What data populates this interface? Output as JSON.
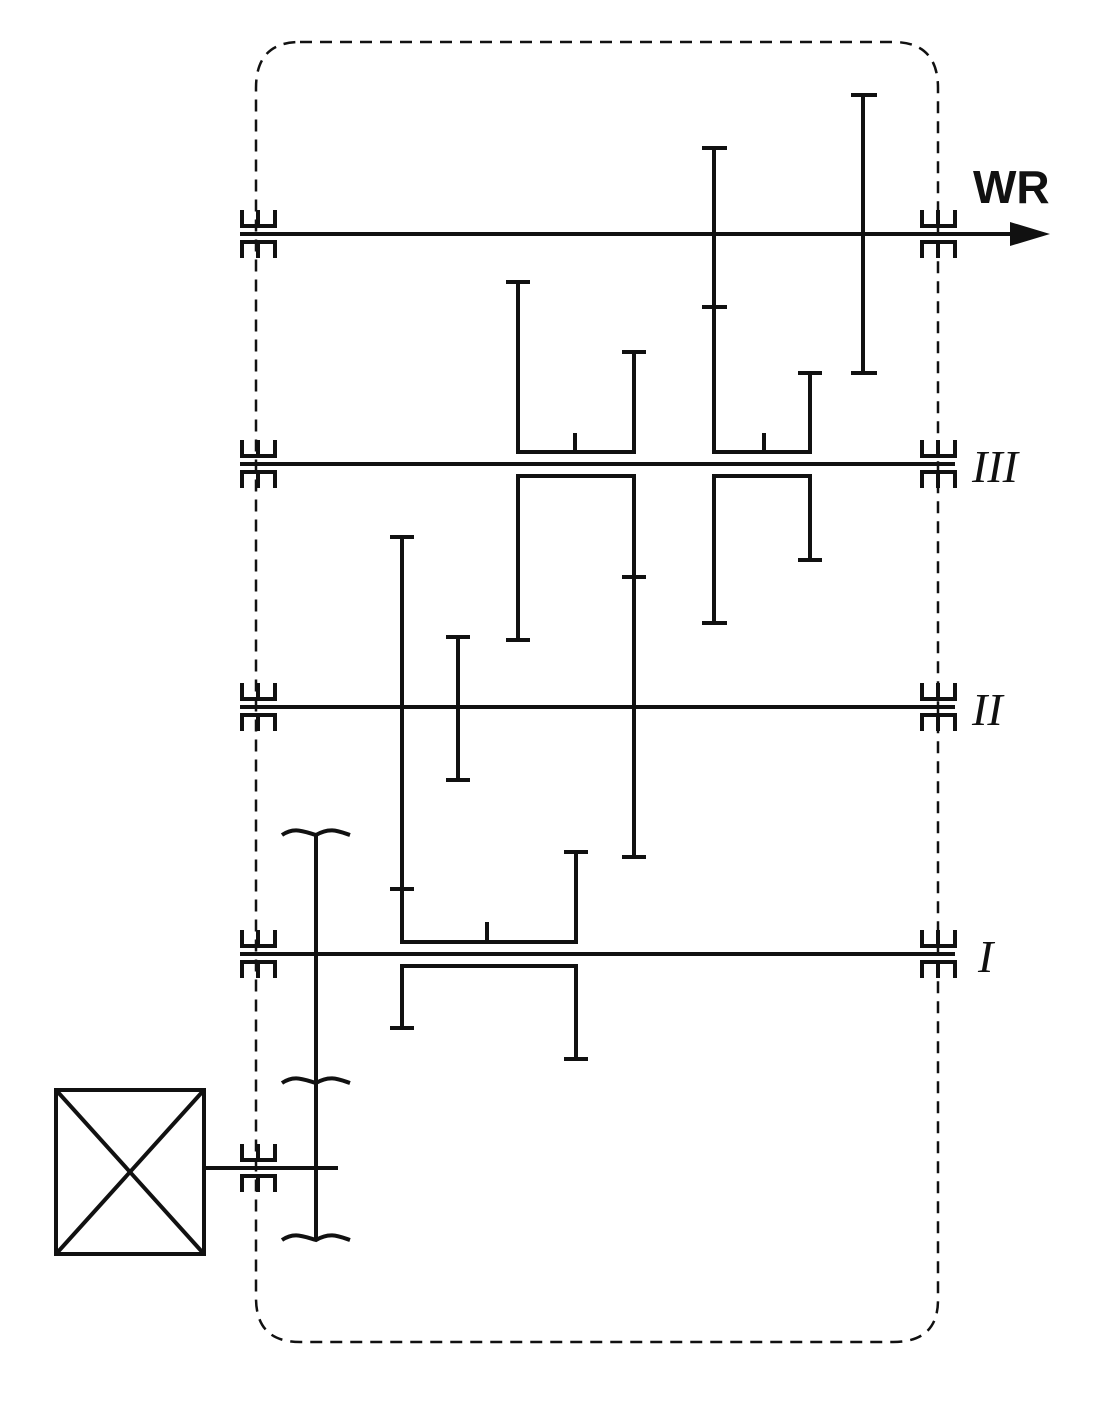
{
  "labels": {
    "output": "WR",
    "shaft_3": "III",
    "shaft_2": "II",
    "shaft_1": "I"
  },
  "colors": {
    "stroke": "#111111",
    "background": "#ffffff"
  },
  "symbols": {
    "motor": "motor-box-icon",
    "bearing": "bearing-icon",
    "output_arrow": "arrow-right-icon"
  }
}
